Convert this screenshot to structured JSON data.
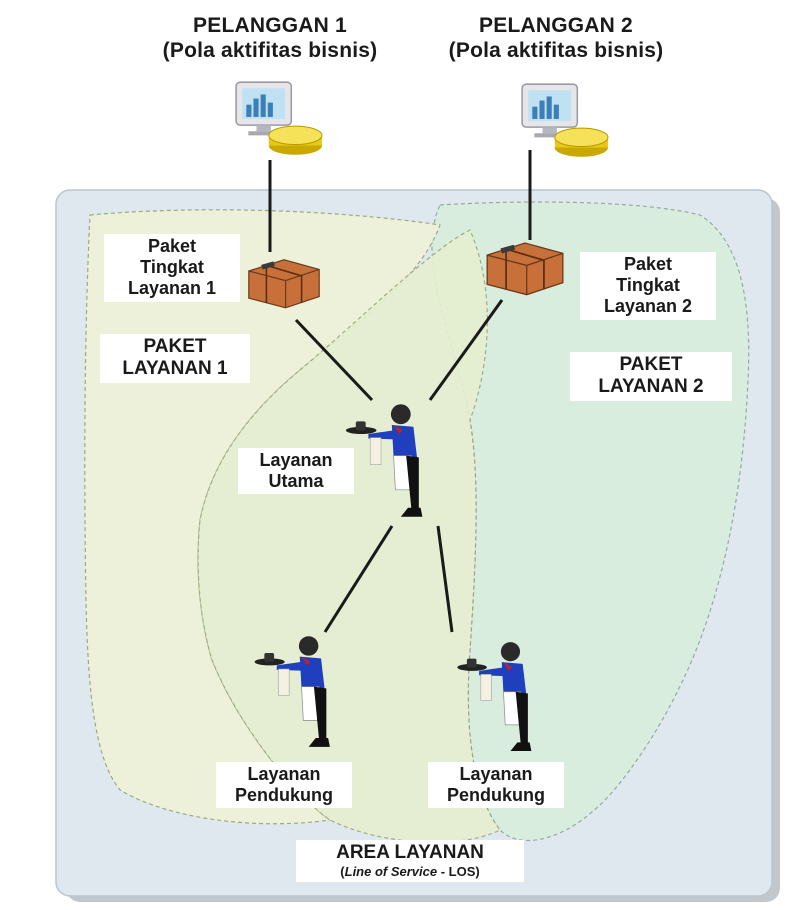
{
  "customers": [
    {
      "title": "PELANGGAN 1",
      "subtitle": "(Pola aktifitas bisnis)",
      "icon": "monitor-database-icon"
    },
    {
      "title": "PELANGGAN 2",
      "subtitle": "(Pola aktifitas bisnis)",
      "icon": "monitor-database-icon"
    }
  ],
  "service_level_packages": [
    {
      "lines": [
        "Paket",
        "Tingkat",
        "Layanan 1"
      ],
      "icon": "package-icon"
    },
    {
      "lines": [
        "Paket",
        "Tingkat",
        "Layanan 2"
      ],
      "icon": "package-icon"
    }
  ],
  "service_packages": [
    {
      "lines": [
        "PAKET",
        "LAYANAN 1"
      ]
    },
    {
      "lines": [
        "PAKET",
        "LAYANAN 2"
      ]
    }
  ],
  "core_service": {
    "lines": [
      "Layanan",
      "Utama"
    ],
    "icon": "waiter-icon"
  },
  "supporting_services": [
    {
      "lines": [
        "Layanan",
        "Pendukung"
      ],
      "icon": "waiter-icon"
    },
    {
      "lines": [
        "Layanan",
        "Pendukung"
      ],
      "icon": "waiter-icon"
    }
  ],
  "area": {
    "title": "AREA LAYANAN",
    "subtitle_open": "(",
    "subtitle_italic": "Line of Service",
    "subtitle_rest": " - LOS)"
  },
  "colors": {
    "area_bg": "#dfe8ee",
    "region1": "#eef2d8",
    "region2": "#d8eedd",
    "package": "#c8703a",
    "waiter_shirt": "#1f3fbf"
  }
}
